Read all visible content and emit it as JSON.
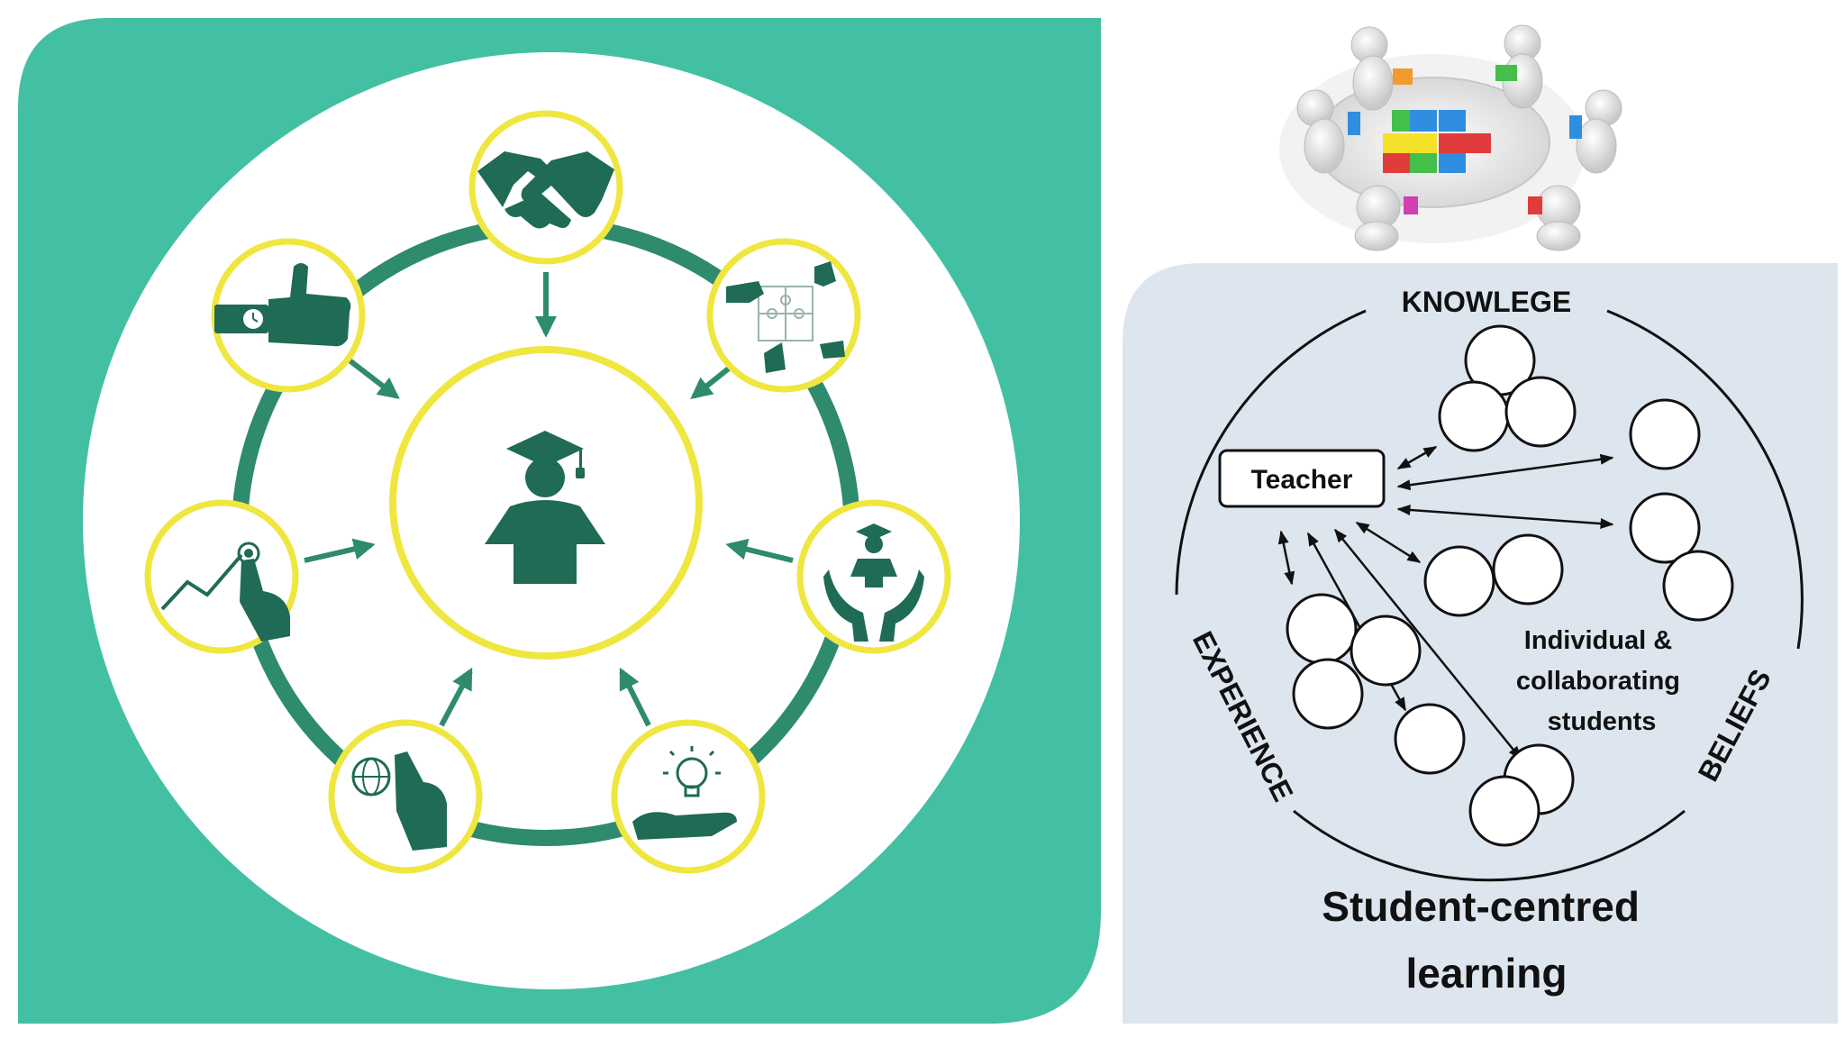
{
  "colors": {
    "teal": "#43c0a3",
    "dark_green": "#1f6b55",
    "mid_green": "#2e8b6d",
    "ring_yellow": "#f0e640",
    "panel_blue": "#dde5ef",
    "ink": "#111111"
  },
  "left_diagram": {
    "center_icon": "graduate-icon",
    "satellites": [
      {
        "icon": "handshake-icon"
      },
      {
        "icon": "puzzle-hands-icon"
      },
      {
        "icon": "student-in-hands-icon"
      },
      {
        "icon": "lightbulb-hand-icon"
      },
      {
        "icon": "globe-touch-icon"
      },
      {
        "icon": "growth-chart-touch-icon"
      },
      {
        "icon": "thumbs-up-watch-icon"
      }
    ]
  },
  "puzzle_team_image": {
    "icon": "puzzle-team-table-icon"
  },
  "right_diagram": {
    "top_label": "KNOWLEGE",
    "left_label": "EXPERIENCE",
    "right_label": "BELIEFS",
    "teacher_label": "Teacher",
    "students_label_lines": [
      "Individual &",
      "collaborating",
      "students"
    ],
    "title_lines": [
      "Student-centred",
      "learning"
    ]
  }
}
